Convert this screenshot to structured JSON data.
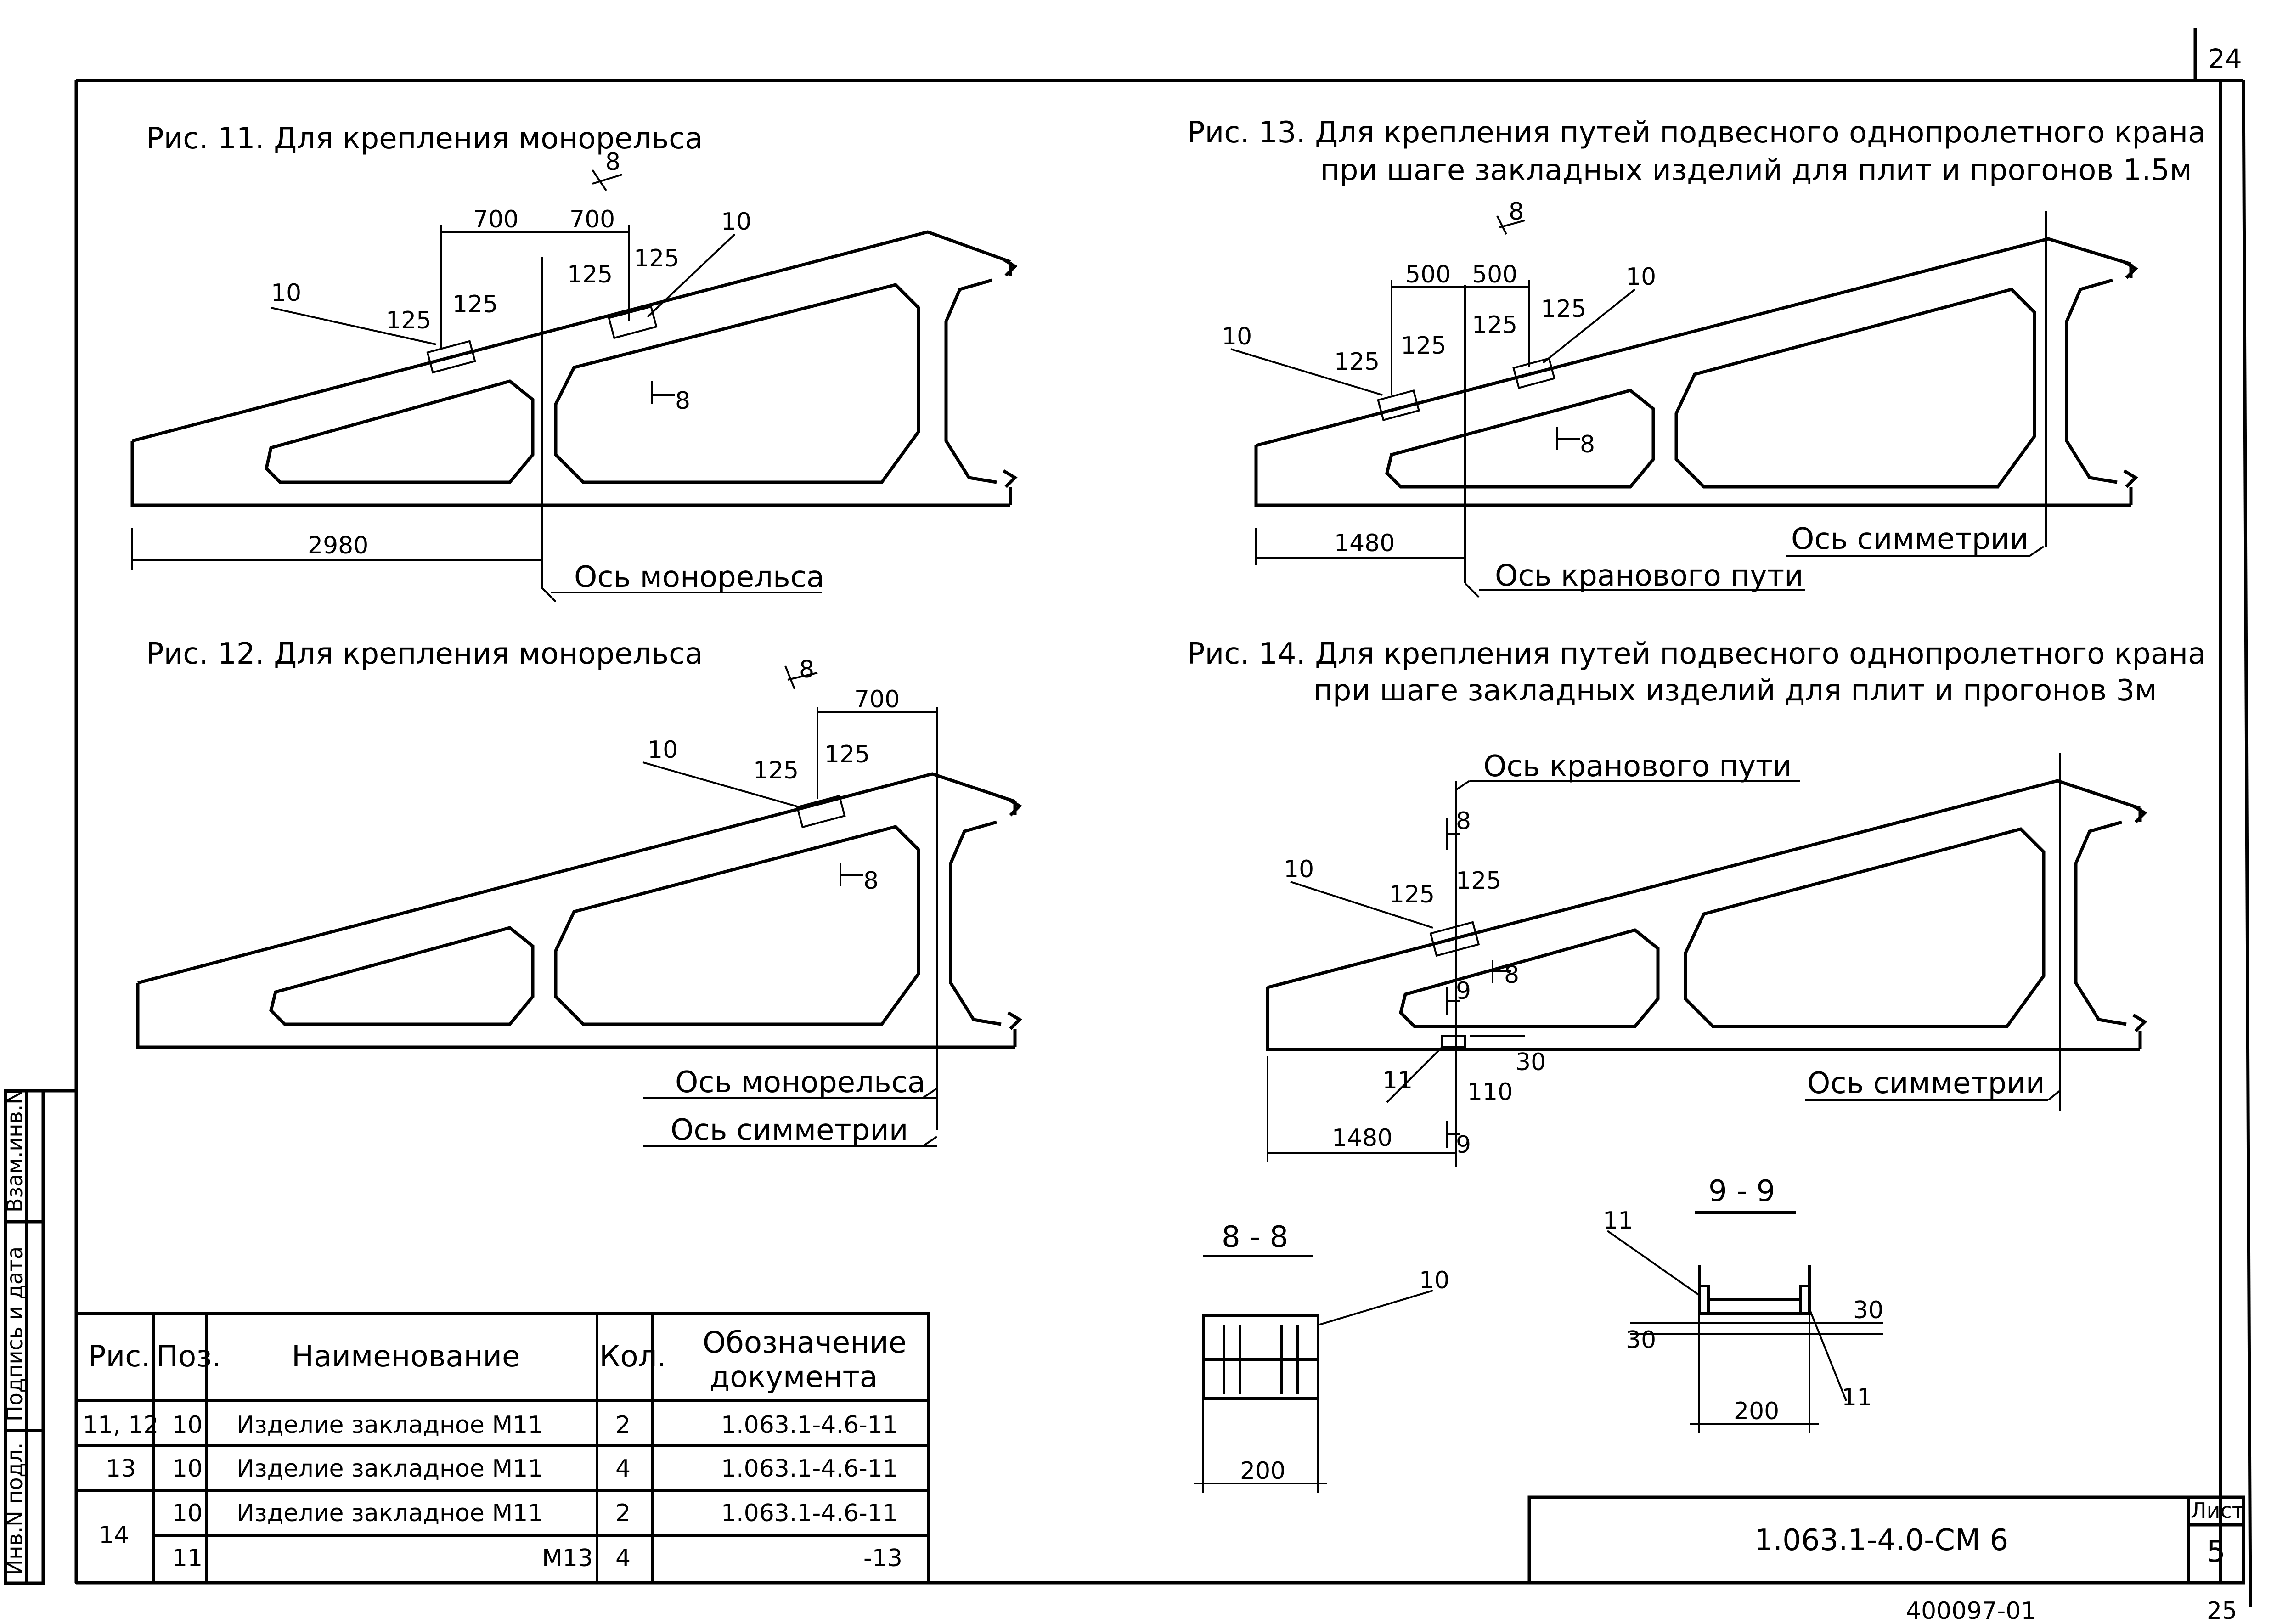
{
  "sheet_corner_number": "24",
  "fig11": {
    "title": "Рис. 11. Для крепления монорельса",
    "section_label": "8",
    "dim_left_700": "700",
    "dim_right_700": "700",
    "dim_125_a": "125",
    "dim_125_b": "125",
    "dim_125_c": "125",
    "dim_125_d": "125",
    "pos_left": "10",
    "pos_right": "10",
    "section_label_lower": "8",
    "dim_2980": "2980",
    "axis_label": "Ось монорельса"
  },
  "fig12": {
    "title": "Рис. 12. Для крепления монорельса",
    "section_label": "8",
    "dim_700": "700",
    "dim_125_a": "125",
    "dim_125_b": "125",
    "pos": "10",
    "section_label_lower": "8",
    "axis_mono": "Ось монорельса",
    "axis_sym": "Ось симметрии"
  },
  "fig13": {
    "title_line1": "Рис. 13. Для крепления путей подвесного однопролетного крана",
    "title_line2": "при шаге закладных изделий для плит и прогонов 1.5м",
    "section_label": "8",
    "dim_500_a": "500",
    "dim_500_b": "500",
    "dim_125_a": "125",
    "dim_125_b": "125",
    "dim_125_c": "125",
    "dim_125_d": "125",
    "pos_left": "10",
    "pos_right": "10",
    "section_label_lower": "8",
    "dim_1480": "1480",
    "axis_sym": "Ось симметрии",
    "axis_crane": "Ось кранового пути"
  },
  "fig14": {
    "title_line1": "Рис. 14. Для крепления путей подвесного однопролетного крана",
    "title_line2": "при шаге закладных изделий для плит и прогонов 3м",
    "axis_crane": "Ось кранового пути",
    "section_label_8a": "8",
    "section_label_8b": "8",
    "section_label_9a": "9",
    "section_label_9b": "9",
    "dim_125_a": "125",
    "dim_125_b": "125",
    "pos_10": "10",
    "pos_11": "11",
    "dim_110": "110",
    "dim_30": "30",
    "dim_1480": "1480",
    "axis_sym": "Ось симметрии"
  },
  "section_8_8": {
    "title": "8 - 8",
    "pos": "10",
    "dim_200": "200"
  },
  "section_9_9": {
    "title": "9 - 9",
    "pos_top": "11",
    "pos_bottom": "11",
    "dim_30_left": "30",
    "dim_30_right": "30",
    "dim_200": "200"
  },
  "side_stamp": {
    "box1": "Взам.инв.N",
    "box2": "Подпись и дата",
    "box3": "Инв.N подл."
  },
  "spec_table": {
    "headers": [
      "Рис.",
      "Поз.",
      "Наименование",
      "Кол.",
      "Обозначение",
      "документа"
    ],
    "rows": [
      {
        "fig": "11, 12",
        "pos": "10",
        "name": "Изделие закладное М11",
        "qty": "2",
        "doc": "1.063.1-4.6-11"
      },
      {
        "fig": "13",
        "pos": "10",
        "name": "Изделие закладное М11",
        "qty": "4",
        "doc": "1.063.1-4.6-11"
      },
      {
        "fig": "14",
        "pos": "10",
        "name": "Изделие закладное М11",
        "qty": "2",
        "doc": "1.063.1-4.6-11"
      },
      {
        "fig": "",
        "pos": "11",
        "name": "М13",
        "qty": "4",
        "doc": "-13"
      }
    ]
  },
  "title_block": {
    "code": "1.063.1-4.0-СМ 6",
    "sheet_label": "Лист",
    "sheet_no": "5"
  },
  "footer": {
    "archive_no": "400097-01",
    "page_no": "25"
  }
}
